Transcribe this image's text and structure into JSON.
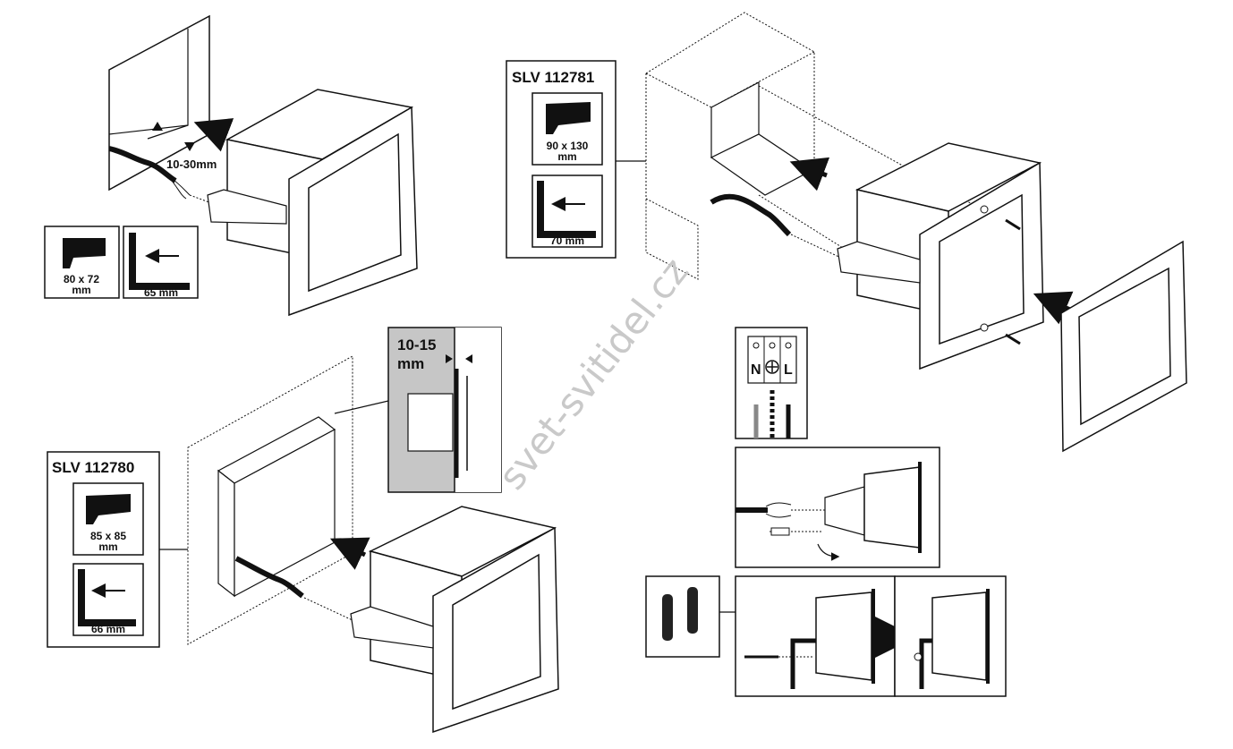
{
  "watermark": "svet-svitidel.cz",
  "panel_top_left": {
    "gap_label": "10-30mm",
    "cutout_label_line1": "80 x 72",
    "cutout_label_line2": "mm",
    "depth_label": "65 mm"
  },
  "panel_top_right": {
    "model": "SLV 112781",
    "cutout_label_line1": "90 x 130",
    "cutout_label_line2": "mm",
    "depth_label": "70 mm"
  },
  "panel_bottom_left": {
    "model": "SLV 112780",
    "cutout_label_line1": "85 x 85",
    "cutout_label_line2": "mm",
    "depth_label": "66 mm"
  },
  "wall_thickness": {
    "line1": "10-15",
    "line2": "mm"
  },
  "terminal_block": {
    "neutral": "N",
    "live": "L"
  }
}
